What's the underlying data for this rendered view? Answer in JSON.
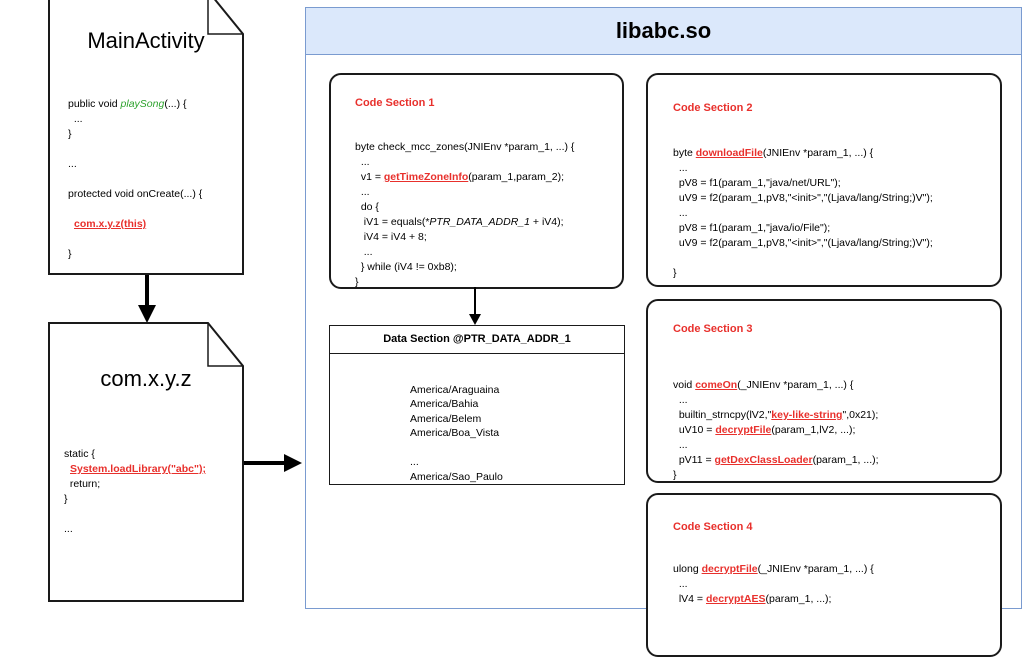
{
  "main_activity": {
    "title": "MainActivity",
    "lines": {
      "l1a": "public void ",
      "l1b": "playSong",
      "l1c": "(...) {",
      "l2": "  ...",
      "l3": "}",
      "l4": "...",
      "l5": "protected void onCreate(...) {",
      "l6": "com.x.y.z(this)",
      "l7": "}"
    }
  },
  "xyz": {
    "title": "com.x.y.z",
    "lines": {
      "l1": "static {",
      "l2": "System.loadLibrary(\"abc\");",
      "l3": "  return;",
      "l4": "}",
      "l5": "..."
    }
  },
  "lib": {
    "title": "libabc.so",
    "section1": {
      "title": "Code Section 1",
      "l1": "byte check_mcc_zones(JNIEnv *param_1, ...) {",
      "l2": "  ...",
      "l3a": "  v1 = ",
      "l3b": "getTimeZoneInfo",
      "l3c": "(param_1,param_2);",
      "l4": "  ...",
      "l5": "  do {",
      "l6a": "   iV1 = equals(*",
      "l6b": "PTR_DATA_ADDR_1",
      "l6c": " + iV4);",
      "l7": "   iV4 = iV4 + 8;",
      "l8": "   ...",
      "l9": "  } while (iV4 != 0xb8);",
      "l10": "}"
    },
    "data_section": {
      "title": "Data Section @PTR_DATA_ADDR_1",
      "entries": [
        "America/Araguaina",
        "America/Bahia",
        "America/Belem",
        "America/Boa_Vista"
      ],
      "ellipsis": "...",
      "last": "America/Sao_Paulo"
    },
    "section2": {
      "title": "Code Section 2",
      "l1a": "byte ",
      "l1b": "downloadFile",
      "l1c": "(JNIEnv *param_1, ...) {",
      "l2": "  ...",
      "l3": "  pV8 = f1(param_1,\"java/net/URL\");",
      "l4": "  uV9 = f2(param_1,pV8,\"<init>\",\"(Ljava/lang/String;)V\");",
      "l5": "  ...",
      "l6": "  pV8 = f1(param_1,\"java/io/File\");",
      "l7": "  uV9 = f2(param_1,pV8,\"<init>\",\"(Ljava/lang/String;)V\");",
      "l8": "}"
    },
    "section3": {
      "title": "Code Section 3",
      "l1a": "void ",
      "l1b": "comeOn",
      "l1c": "(_JNIEnv *param_1, ...) {",
      "l2": "  ...",
      "l3a": "  builtin_strncpy(lV2,\"",
      "l3b": "key-like-string",
      "l3c": "\",0x21);",
      "l4a": "  uV10 = ",
      "l4b": "decryptFile",
      "l4c": "(param_1,lV2, ...);",
      "l5": "  ...",
      "l6a": "  pV11 = ",
      "l6b": "getDexClassLoader",
      "l6c": "(param_1, ...);",
      "l7": "}"
    },
    "section4": {
      "title": "Code Section 4",
      "l1a": "ulong ",
      "l1b": "decryptFile",
      "l1c": "(_JNIEnv *param_1, ...) {",
      "l2": "  ...",
      "l3a": "  lV4 = ",
      "l3b": "decryptAES",
      "l3c": "(param_1, ...);"
    }
  },
  "colors": {
    "accent_red": "#e8302c",
    "green": "#2ea32e",
    "lib_header_bg": "#dbe8fb",
    "lib_border": "#7a9bd0"
  }
}
